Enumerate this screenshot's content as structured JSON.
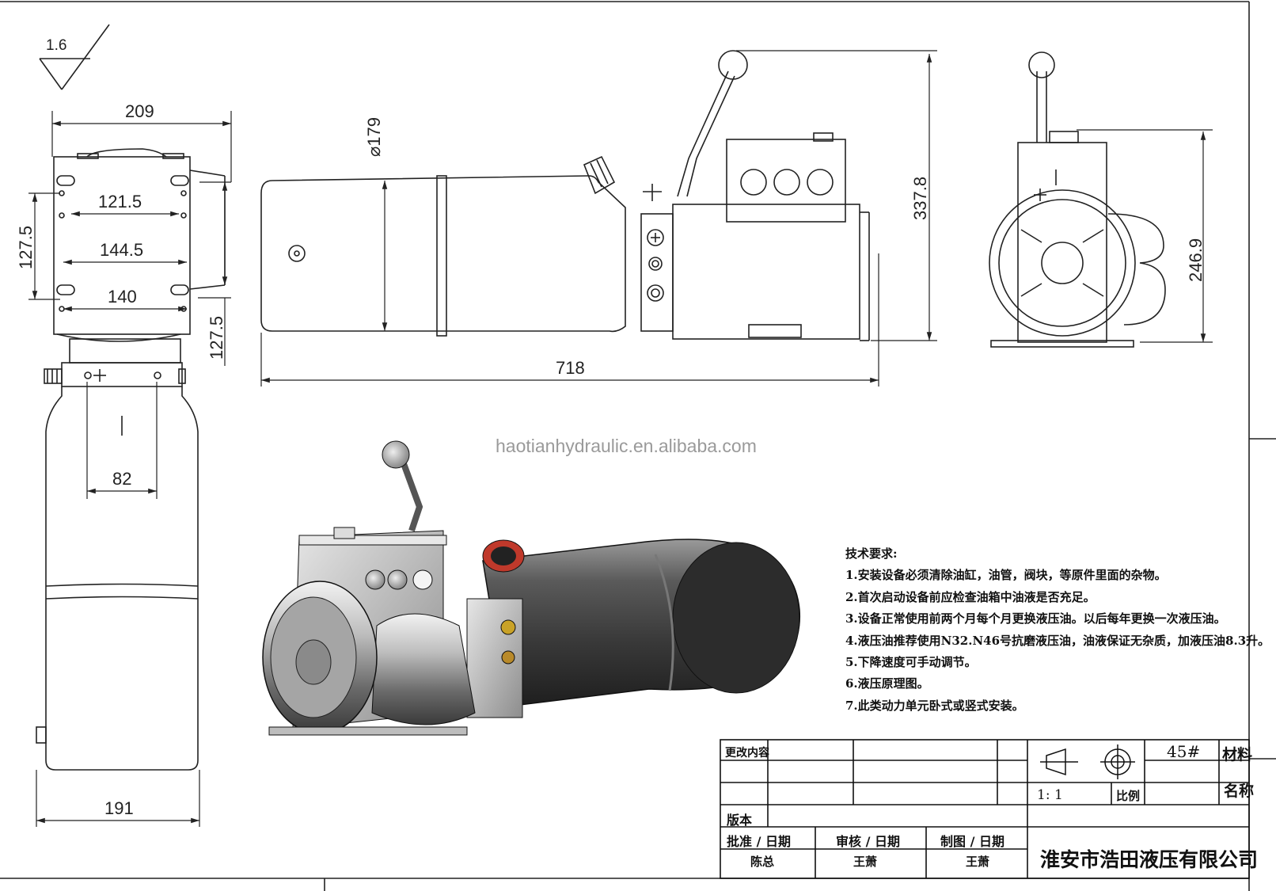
{
  "roughness": {
    "value": "1.6"
  },
  "dimensions": {
    "front_width": "209",
    "hole_span_1": "121.5",
    "hole_span_2": "144.5",
    "hole_span_3": "140",
    "hole_height_left": "127.5",
    "hole_height_right": "127.5",
    "outlet_span": "82",
    "tank_width": "191",
    "tank_diameter": "⌀179",
    "total_length": "718",
    "total_height": "337.8",
    "side_height": "246.9"
  },
  "watermark": "haotianhydraulic.en.alibaba.com",
  "tech_requirements": {
    "title": "技术要求:",
    "items": [
      "1.安装设备必须清除油缸，油管，阀块，等原件里面的杂物。",
      "2.首次启动设备前应检查油箱中油液是否充足。",
      "3.设备正常使用前两个月每个月更换液压油。以后每年更换一次液压油。",
      "4.液压油推荐使用N32.N46号抗磨液压油，油液保证无杂质，加液压油8.3升。",
      "5.下降速度可手动调节。",
      "6.液压原理图。",
      "7.此类动力单元卧式或竖式安装。"
    ]
  },
  "title_block": {
    "change_content": "更改内容",
    "version": "版本",
    "approve_date": "批准 / 日期",
    "review_date": "审核 / 日期",
    "draw_date": "制图 / 日期",
    "approver": "陈总",
    "reviewer": "王萧",
    "drafter": "王萧",
    "material_value": "45#",
    "material_label": "材料",
    "name_label": "名称",
    "scale_value": "1: 1",
    "scale_label": "比例",
    "company": "淮安市浩田液压有限公司"
  }
}
